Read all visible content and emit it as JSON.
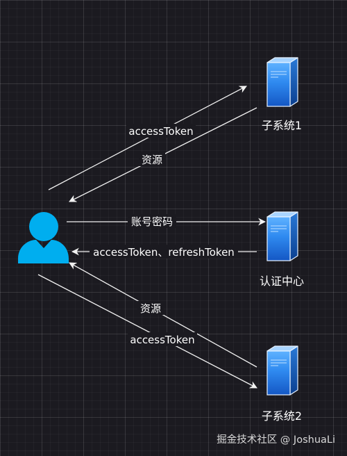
{
  "nodes": {
    "subsystem1": "子系统1",
    "auth_center": "认证中心",
    "subsystem2": "子系统2"
  },
  "edges": {
    "user_to_sub1": "accessToken",
    "sub1_to_user": "资源",
    "user_to_auth": "账号密码",
    "auth_to_user": "accessToken、refreshToken",
    "sub2_to_user": "资源",
    "user_to_sub2": "accessToken"
  },
  "watermark": "掘金技术社区 @ JoshuaLi",
  "colors": {
    "user_icon": "#00aeef",
    "server_top": "#a8d4ff",
    "server_front": "#1b78e0",
    "server_side": "#0b4ea8",
    "arrow": "#f2f2f2",
    "background": "#1b1a20"
  },
  "icons": {
    "user": "user-icon",
    "server": "server-icon"
  }
}
